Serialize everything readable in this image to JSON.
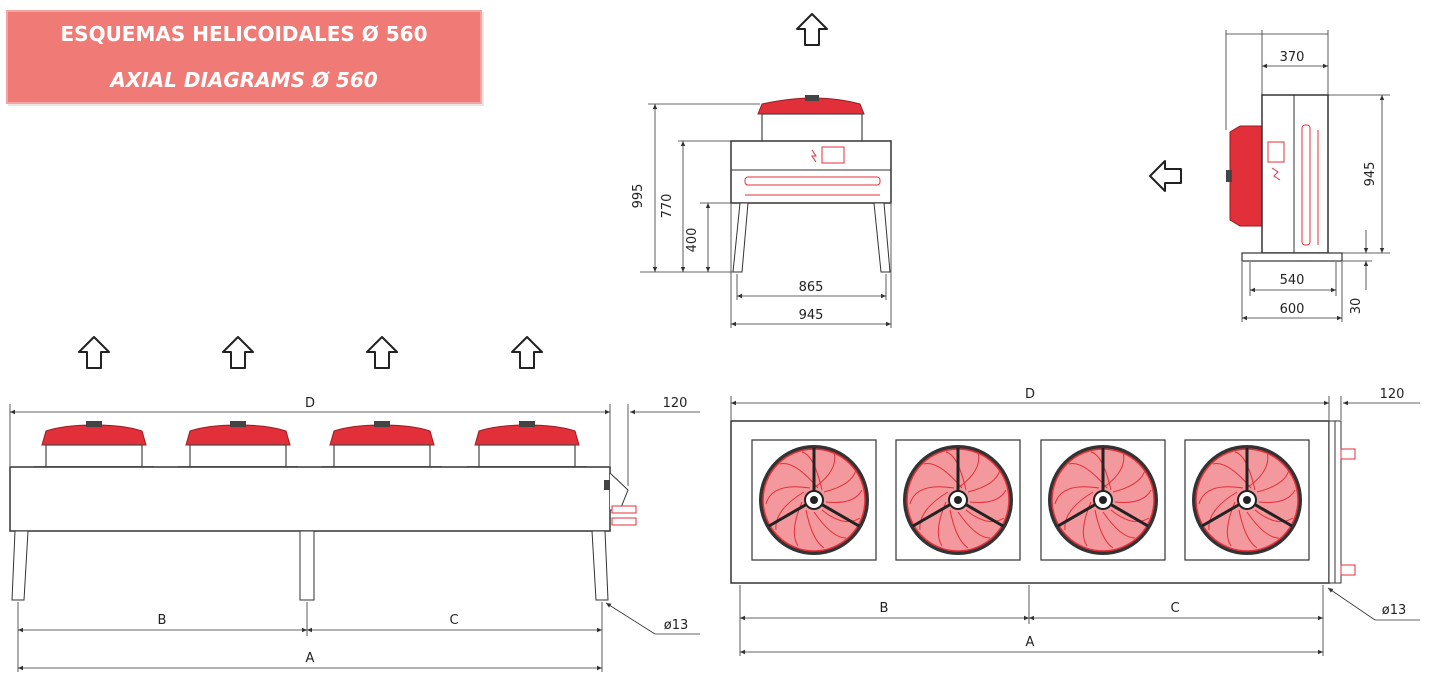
{
  "title": {
    "es": "ESQUEMAS HELICOIDALES Ø 560",
    "en": "AXIAL DIAGRAMS Ø 560"
  },
  "colors": {
    "banner": "#f07a76",
    "fan_red": "#e1303a",
    "fan_pink": "#f3989c",
    "line": "#333333"
  },
  "front_view": {
    "dim_995": "995",
    "dim_770": "770",
    "dim_400": "400",
    "dim_865": "865",
    "dim_945": "945"
  },
  "side_view": {
    "dim_370": "370",
    "dim_945": "945",
    "dim_540": "540",
    "dim_600": "600",
    "dim_30": "30"
  },
  "elevation_view": {
    "dim_D": "D",
    "dim_120": "120",
    "dim_B": "B",
    "dim_C": "C",
    "dim_A": "A",
    "dim_phi13": "ø13"
  },
  "plan_view": {
    "dim_D": "D",
    "dim_120": "120",
    "dim_B": "B",
    "dim_C": "C",
    "dim_A": "A",
    "dim_phi13": "ø13"
  },
  "icons": [
    "airflow-up-arrow-icon",
    "airflow-left-arrow-icon",
    "fan-icon"
  ]
}
